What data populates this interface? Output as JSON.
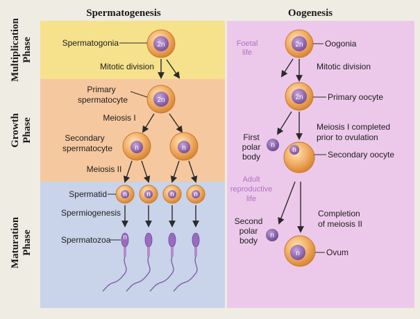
{
  "titles": {
    "left": "Spermatogenesis",
    "right": "Oogenesis"
  },
  "phases": {
    "multiplication": [
      "Multiplication",
      "Phase"
    ],
    "growth": [
      "Growth",
      "Phase"
    ],
    "maturation": [
      "Maturation",
      "Phase"
    ]
  },
  "sperm": {
    "spermatogonia": "Spermatogonia",
    "mitotic": "Mitotic division",
    "primary": [
      "Primary",
      "spermatocyte"
    ],
    "meiosis1": "Meiosis I",
    "secondary": [
      "Secondary",
      "spermatocyte"
    ],
    "meiosis2": "Meiosis II",
    "spermatid": "Spermatid",
    "spermiogenesis": "Spermiogenesis",
    "spermatozoa": "Spermatozoa"
  },
  "oo": {
    "foetal": [
      "Foetal",
      "life"
    ],
    "oogonia": "Oogonia",
    "mitotic": "Mitotic division",
    "primary": "Primary oocyte",
    "first_polar": [
      "First",
      "polar",
      "body"
    ],
    "meiosis1": [
      "Meiosis I completed",
      "prior to ovulation"
    ],
    "secondary": "Secondary oocyte",
    "adult": [
      "Adult",
      "reproductive",
      "life"
    ],
    "completion": [
      "Completion",
      "of meiosis II"
    ],
    "second_polar": [
      "Second",
      "polar",
      "body"
    ],
    "ovum": "Ovum"
  },
  "cell_labels": {
    "diploid": "2n",
    "haploid": "n"
  },
  "colors": {
    "multiplication_band": "#f6e18c",
    "growth_band": "#f6c8a0",
    "maturation_band": "#c9d3ea",
    "oogenesis_panel": "#ecc9ea",
    "cell_outer": "#eea654",
    "nucleus": "#8e62ad",
    "polar_body": "#8a64b0",
    "accent_text": "#b46fc4"
  }
}
